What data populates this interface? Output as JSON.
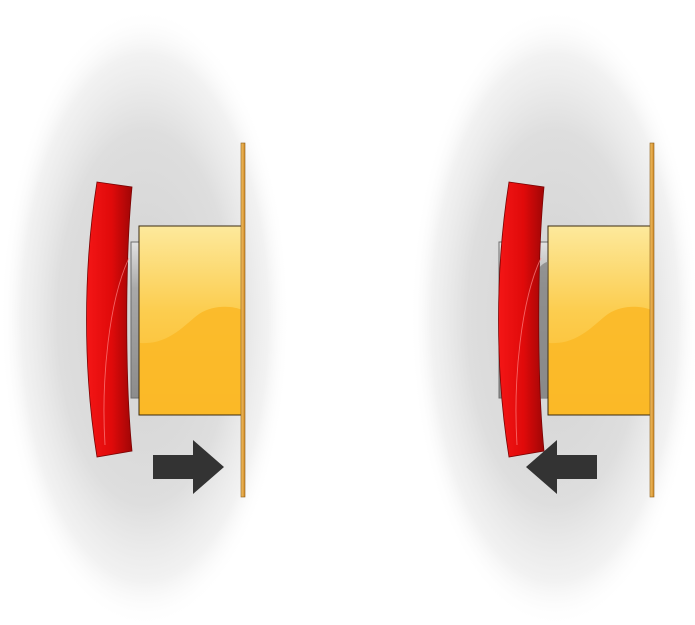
{
  "panels": [
    {
      "name": "state-pressed",
      "plunger_extension": 0.0,
      "arrow_direction": "right"
    },
    {
      "name": "state-released",
      "plunger_extension": 1.0,
      "arrow_direction": "left"
    }
  ],
  "colors": {
    "button_red": "#e10b0b",
    "housing_yellow": "#fcbd2b",
    "housing_highlight": "#fde79a",
    "plunger_gray": "#9a9a9a",
    "mounting_plate": "#e8a13e",
    "arrow": "#333333",
    "shadow": "#dcdcdc"
  }
}
